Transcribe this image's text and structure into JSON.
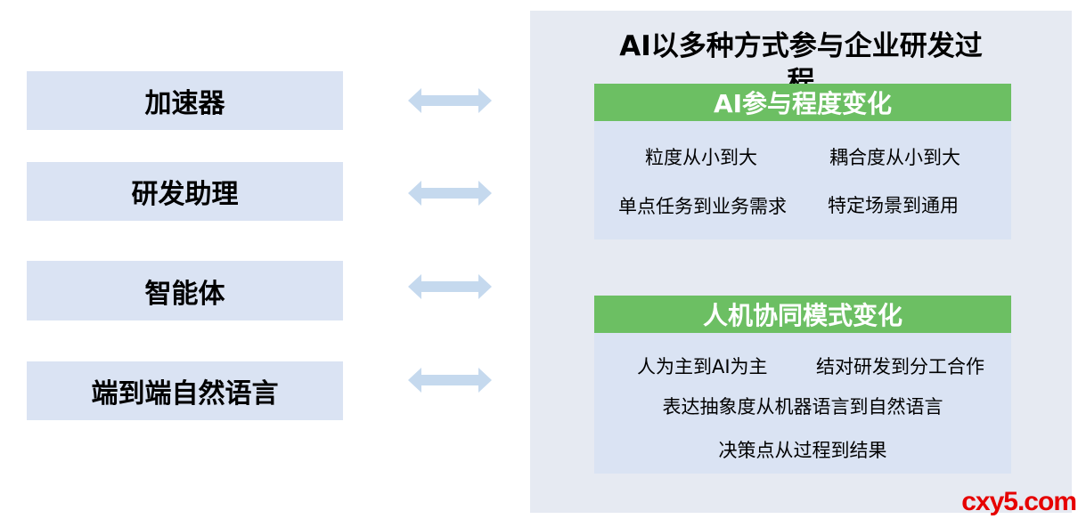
{
  "left_items": [
    {
      "label": "加速器"
    },
    {
      "label": "研发助理"
    },
    {
      "label": "智能体"
    },
    {
      "label": "端到端自然语言"
    }
  ],
  "panel": {
    "title": "AI以多种方式参与企业研发过程",
    "cards": [
      {
        "title": "AI参与程度变化",
        "items": [
          "粒度从小到大",
          "耦合度从小到大",
          "单点任务到业务需求",
          "特定场景到通用"
        ]
      },
      {
        "title": "人机协同模式变化",
        "items": [
          "人为主到AI为主",
          "结对研发到分工合作",
          "表达抽象度从机器语言到自然语言",
          "决策点从过程到结果"
        ]
      }
    ]
  },
  "watermark": "cxy5.com",
  "colors": {
    "left_box_fill": "#dae3f3",
    "panel_fill": "#e6eaf2",
    "card_header_fill": "#6cbf63",
    "arrow_fill": "#c5d9ee",
    "watermark": "#e60000"
  }
}
